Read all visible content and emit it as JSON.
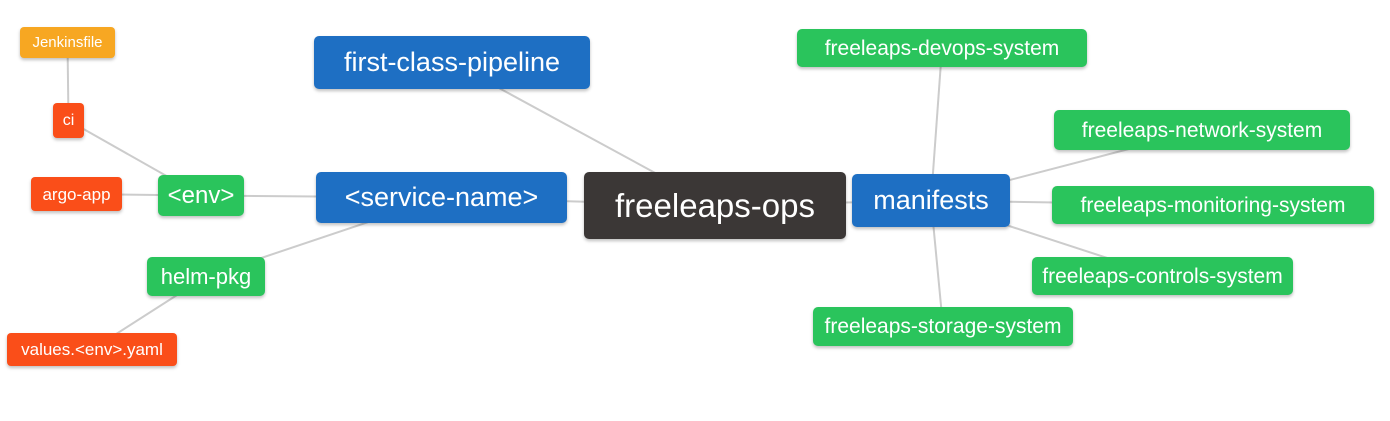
{
  "palette": {
    "blue": "#1E6FC3",
    "green": "#2AC45C",
    "red": "#FA4E19",
    "orange": "#F7A722",
    "dark": "#3B3736",
    "line": "#CCCCCC",
    "node_text": "#FFFFFF",
    "background": "#FFFFFF"
  },
  "diagram": {
    "type": "mindmap",
    "root": "freeleaps_ops",
    "nodes": {
      "freeleaps_ops": "freeleaps-ops",
      "first_class_pipeline": "first-class-pipeline",
      "service_name": "<service-name>",
      "env": "<env>",
      "ci": "ci",
      "jenkinsfile": "Jenkinsfile",
      "argo_app": "argo-app",
      "helm_pkg": "helm-pkg",
      "values_env_yaml": "values.<env>.yaml",
      "manifests": "manifests",
      "devops_system": "freeleaps-devops-system",
      "network_system": "freeleaps-network-system",
      "monitoring_system": "freeleaps-monitoring-system",
      "controls_system": "freeleaps-controls-system",
      "storage_system": "freeleaps-storage-system"
    },
    "edges": [
      [
        "jenkinsfile",
        "ci"
      ],
      [
        "ci",
        "env"
      ],
      [
        "argo_app",
        "env"
      ],
      [
        "env",
        "service_name"
      ],
      [
        "helm_pkg",
        "service_name"
      ],
      [
        "values_env_yaml",
        "helm_pkg"
      ],
      [
        "first_class_pipeline",
        "freeleaps_ops"
      ],
      [
        "service_name",
        "freeleaps_ops"
      ],
      [
        "freeleaps_ops",
        "manifests"
      ],
      [
        "manifests",
        "devops_system"
      ],
      [
        "manifests",
        "network_system"
      ],
      [
        "manifests",
        "monitoring_system"
      ],
      [
        "manifests",
        "controls_system"
      ],
      [
        "manifests",
        "storage_system"
      ]
    ]
  }
}
